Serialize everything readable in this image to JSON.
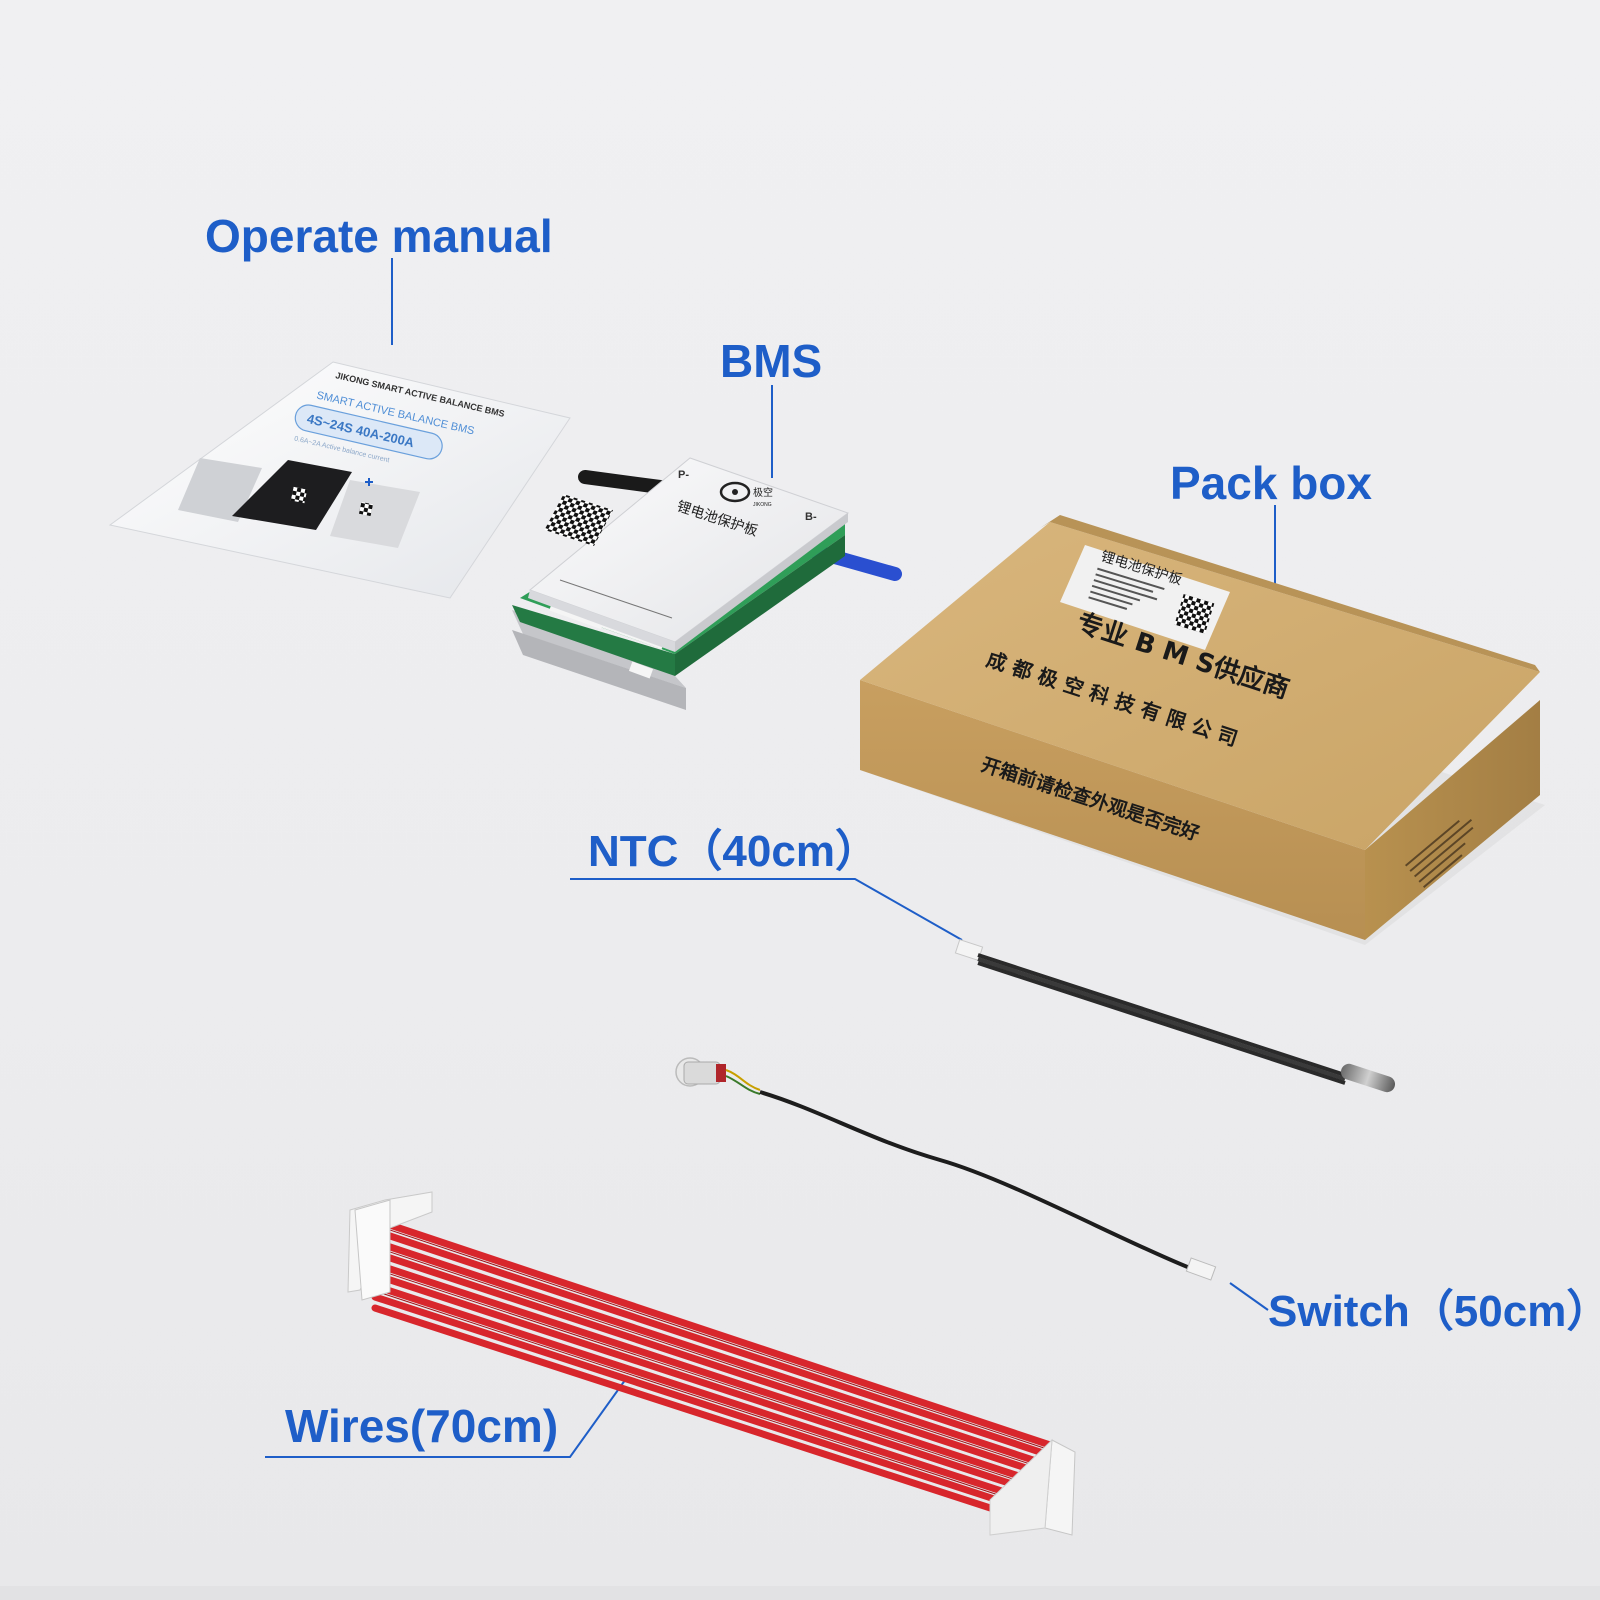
{
  "labels": {
    "operate_manual": "Operate manual",
    "bms": "BMS",
    "pack_box": "Pack box",
    "ntc": "NTC（40cm）",
    "switch": "Switch（50cm）",
    "wires": "Wires(70cm)"
  },
  "manual": {
    "brand_line": "JIKONG SMART ACTIVE BALANCE BMS",
    "subtitle": "SMART ACTIVE BALANCE BMS",
    "spec_badge": "4S~24S 40A-200A",
    "small_text": "0.6A~2A Active balance current"
  },
  "bms_board": {
    "terminal_p": "P-",
    "terminal_b": "B-",
    "brand_cn": "极空",
    "brand_en": "JIKONG",
    "title_cn": "锂电池保护板"
  },
  "pack_box_print": {
    "label_title": "锂电池保护板",
    "line1": "专业 B M S供应商",
    "line2": "成 都 极 空 科 技 有 限 公 司",
    "line3": "开箱前请检查外观是否完好"
  },
  "colors": {
    "callout_blue": "#1e5ec8",
    "cardboard": "#c9a46a",
    "wire_red": "#d8262c",
    "pcb_green": "#2f9e58",
    "board_silver": "#f2f2f4"
  }
}
